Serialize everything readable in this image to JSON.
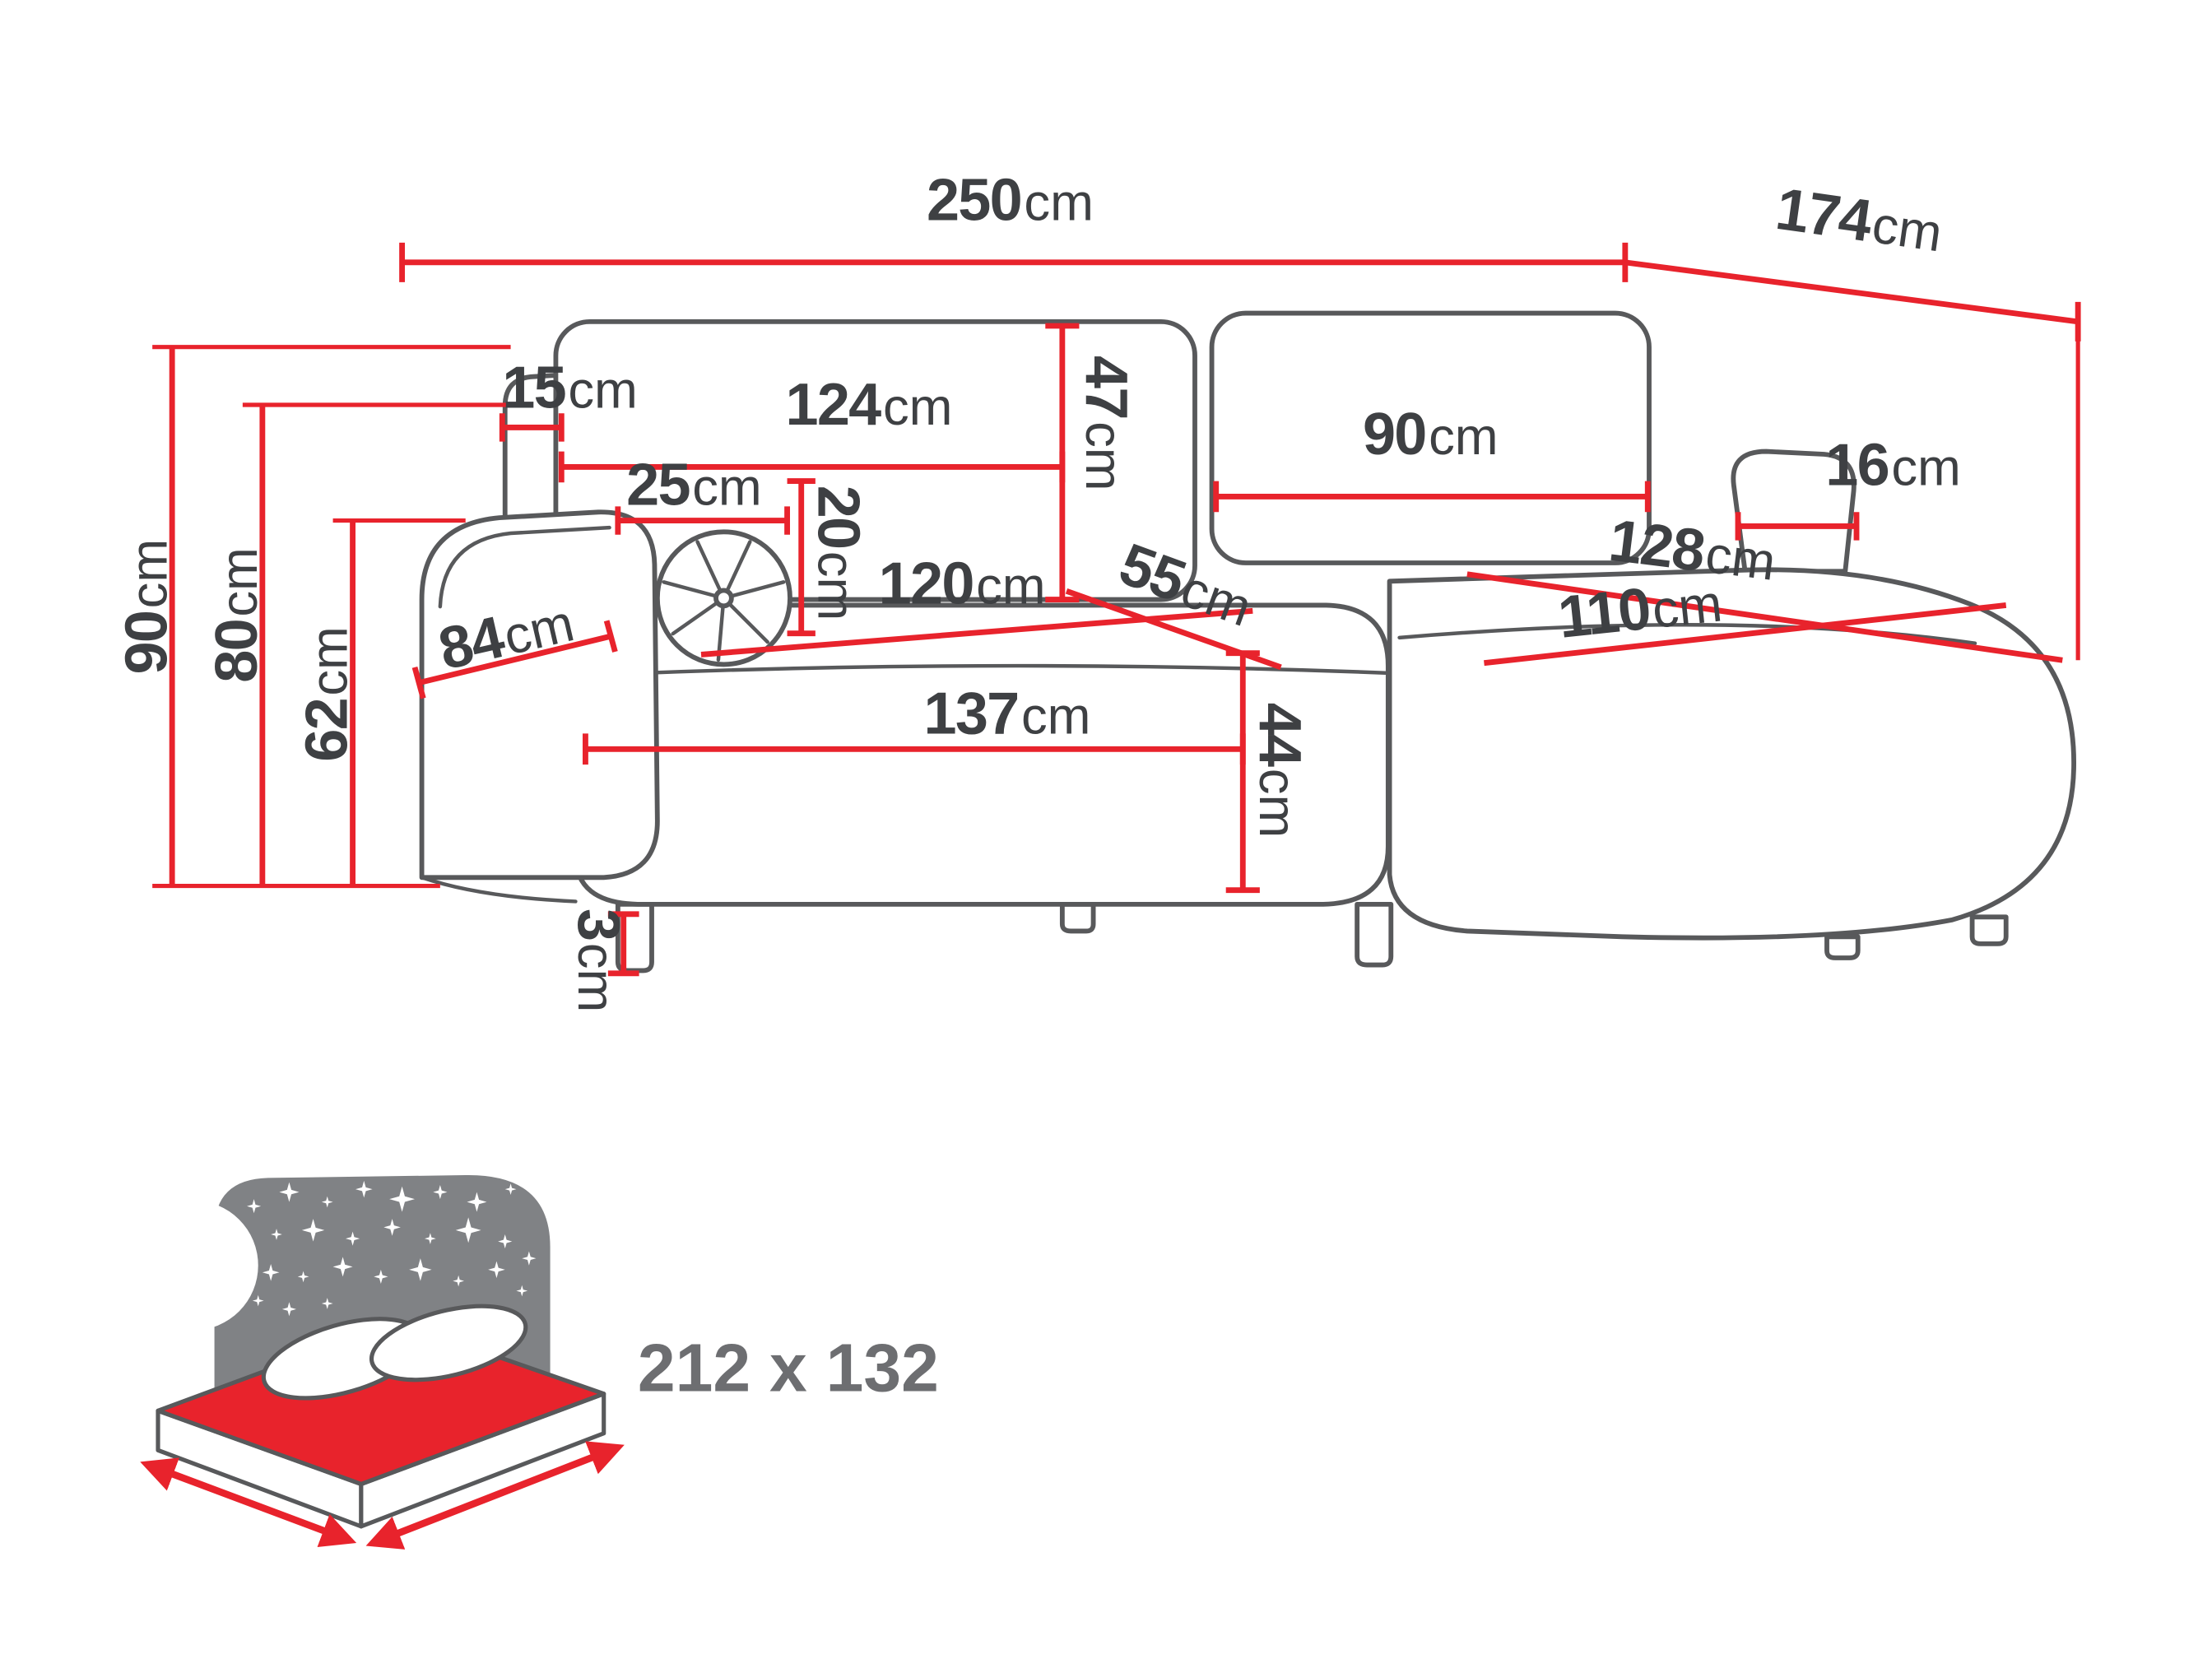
{
  "colors": {
    "dimension_red": "#e8232c",
    "outline_gray": "#58595b",
    "label_dark": "#3e4043",
    "headboard_gray": "#808285",
    "bed_text_gray": "#6d6e71"
  },
  "icons": {
    "sleeping_function": "bed-with-stars-icon"
  },
  "dimensions": {
    "total_width": {
      "value": "250",
      "unit": "cm"
    },
    "total_depth": {
      "value": "174",
      "unit": "cm"
    },
    "total_height": {
      "value": "90",
      "unit": "cm"
    },
    "backrest_height": {
      "value": "80",
      "unit": "cm"
    },
    "armrest_height": {
      "value": "62",
      "unit": "cm"
    },
    "backrest_side_width": {
      "value": "15",
      "unit": "cm"
    },
    "backrest_cushion_width": {
      "value": "124",
      "unit": "cm"
    },
    "backrest_cushion_height": {
      "value": "47",
      "unit": "cm"
    },
    "corner_cushion_width": {
      "value": "90",
      "unit": "cm"
    },
    "side_cushion_width": {
      "value": "16",
      "unit": "cm"
    },
    "pillow_width": {
      "value": "25",
      "unit": "cm"
    },
    "pillow_height": {
      "value": "20",
      "unit": "cm"
    },
    "seat_width": {
      "value": "120",
      "unit": "cm"
    },
    "seat_depth": {
      "value": "55",
      "unit": "cm"
    },
    "chaise_length": {
      "value": "128",
      "unit": "cm"
    },
    "chaise_inner_length": {
      "value": "110",
      "unit": "cm"
    },
    "armrest_depth": {
      "value": "84",
      "unit": "cm"
    },
    "seat_front_width": {
      "value": "137",
      "unit": "cm"
    },
    "seat_height": {
      "value": "44",
      "unit": "cm"
    },
    "leg_height": {
      "value": "3",
      "unit": "cm"
    }
  },
  "sleeping_area": {
    "label": "212 x 132"
  }
}
